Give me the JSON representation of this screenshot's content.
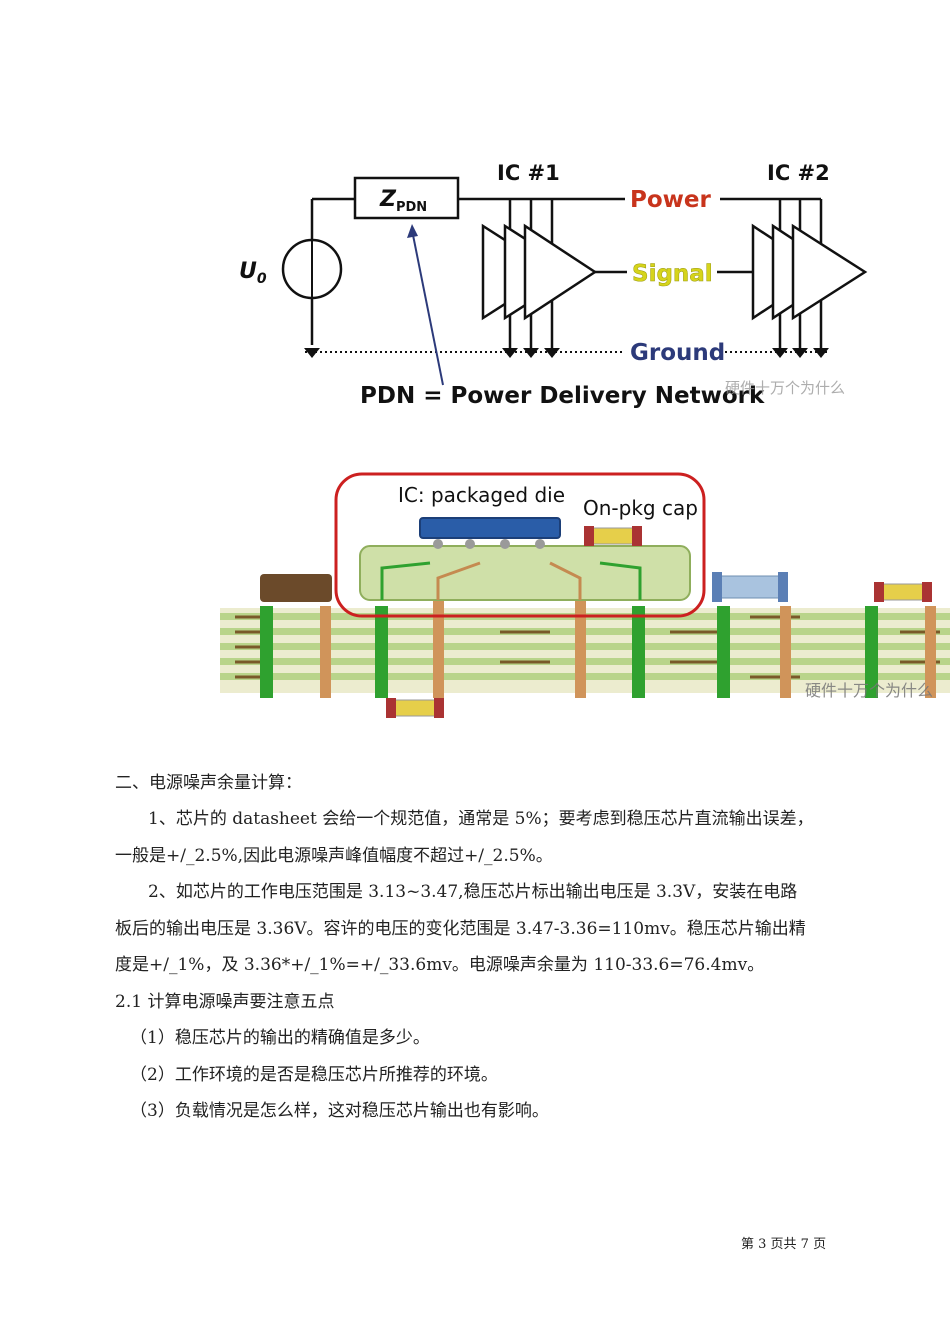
{
  "figure1": {
    "source_label": "U",
    "source_sub": "0",
    "impedance_label": "Z",
    "impedance_sub": "PDN",
    "ic1_label": "IC #1",
    "ic2_label": "IC #2",
    "power_label": "Power",
    "signal_label": "Signal",
    "ground_label": "Ground",
    "caption": "PDN = Power Delivery Network",
    "watermark": "硬件十万个为什么",
    "colors": {
      "power": "#c8341c",
      "signal": "#d6d41a",
      "ground": "#2c3a7a"
    }
  },
  "figure2": {
    "die_label": "IC: packaged die",
    "cap_label": "On-pkg cap",
    "watermark": "硬件十万个为什么"
  },
  "text": {
    "heading": "二、电源噪声余量计算：",
    "p1_line1": "1、芯片的 datasheet 会给一个规范值，通常是 5%；要考虑到稳压芯片直流输出误差，",
    "p1_line2": "一般是+/_2.5%,因此电源噪声峰值幅度不超过+/_2.5%。",
    "p2_line1": "2、如芯片的工作电压范围是 3.13~3.47,稳压芯片标出输出电压是 3.3V，安装在电路",
    "p2_line2": "板后的输出电压是 3.36V。容许的电压的变化范围是 3.47-3.36=110mv。稳压芯片输出精",
    "p2_line3": "度是+/_1%，及 3.36*+/_1%=+/_33.6mv。电源噪声余量为 110-33.6=76.4mv。",
    "sub_heading": "2.1 计算电源噪声要注意五点",
    "item1": "（1）稳压芯片的输出的精确值是多少。",
    "item2": "（2）工作环境的是否是稳压芯片所推荐的环境。",
    "item3": "（3）负载情况是怎么样，这对稳压芯片输出也有影响。"
  },
  "footer": {
    "page_info": "第 3 页共 7 页"
  }
}
